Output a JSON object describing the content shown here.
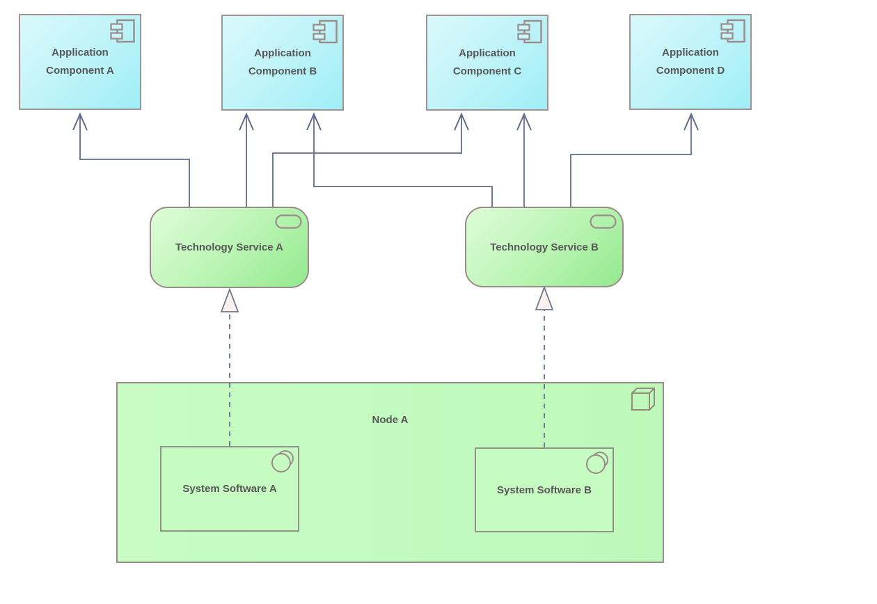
{
  "diagram_type": "archimate-technology-usage-view",
  "app_components": [
    {
      "label": "Application Component A",
      "icon": "uml-component-icon"
    },
    {
      "label": "Application Component B",
      "icon": "uml-component-icon"
    },
    {
      "label": "Application Component C",
      "icon": "uml-component-icon"
    },
    {
      "label": "Application Component D",
      "icon": "uml-component-icon"
    }
  ],
  "tech_services": [
    {
      "label": "Technology Service A",
      "icon": "service-oval-icon"
    },
    {
      "label": "Technology Service B",
      "icon": "service-oval-icon"
    }
  ],
  "node": {
    "label": "Node A",
    "icon": "node-cube-icon"
  },
  "system_software": [
    {
      "label": "System Software A",
      "icon": "system-software-circles-icon"
    },
    {
      "label": "System Software B",
      "icon": "system-software-circles-icon"
    }
  ],
  "relationships": {
    "serving": [
      {
        "from": "Technology Service A",
        "to": "Application Component A"
      },
      {
        "from": "Technology Service A",
        "to": "Application Component B"
      },
      {
        "from": "Technology Service A",
        "to": "Application Component C"
      },
      {
        "from": "Technology Service B",
        "to": "Application Component B"
      },
      {
        "from": "Technology Service B",
        "to": "Application Component C"
      },
      {
        "from": "Technology Service B",
        "to": "Application Component D"
      }
    ],
    "realization": [
      {
        "from": "System Software A",
        "to": "Technology Service A"
      },
      {
        "from": "System Software B",
        "to": "Technology Service B"
      }
    ]
  },
  "colors": {
    "app_fill_light": "#daf9fb",
    "app_fill_dark": "#9feef7",
    "app_border": "#a29292",
    "service_fill_light": "#defcd9",
    "service_fill_dark": "#93e98f",
    "service_border": "#9b8b8b",
    "node_fill": "#c2fabe",
    "node_border": "#979089",
    "software_fill": "#c6fcc2",
    "software_border": "#94908a",
    "connector": "#5d6b8a",
    "realization_triangle_fill": "#fbf1ec",
    "label_text": "#575757",
    "background": "#ffffff"
  }
}
